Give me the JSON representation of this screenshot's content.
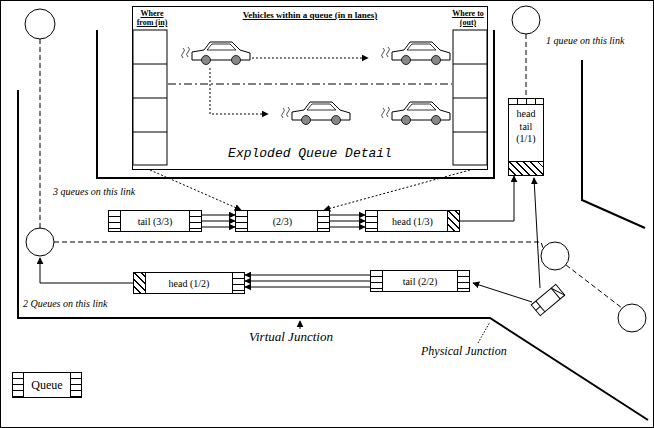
{
  "diagram": {
    "nodes": [
      {
        "text": [
          "Where from (in)",
          "Vehicles within a queue (in n lanes)",
          "Where to (out)",
          "Exploded Queue Detail"
        ]
      },
      {
        "text": [
          "tail (3/3)"
        ]
      },
      {
        "text": [
          "(2/3)"
        ]
      },
      {
        "text": [
          "head (1/3)"
        ]
      },
      {
        "text": [
          "head tail (1/1)"
        ]
      },
      {
        "text": [
          "head (1/2)"
        ]
      },
      {
        "text": [
          "tail (2/2)"
        ]
      }
    ],
    "edges": [
      {
        "from": 0,
        "to": 2,
        "arrow": "to"
      },
      {
        "from": 0,
        "to": 2,
        "arrow": "to"
      },
      {
        "from": 1,
        "to": 2,
        "arrow": "to"
      },
      {
        "from": 2,
        "to": 3,
        "arrow": "to"
      },
      {
        "from": 3,
        "to": 4,
        "arrow": "to"
      },
      {
        "from": 6,
        "to": 5,
        "arrow": "to"
      }
    ],
    "labels": [
      "1 queue on this link",
      "3 queues on this link",
      "2 Queues on this link",
      "Virtual Junction",
      "Physical Junction"
    ],
    "legend": [
      {
        "text": "Queue"
      }
    ]
  }
}
